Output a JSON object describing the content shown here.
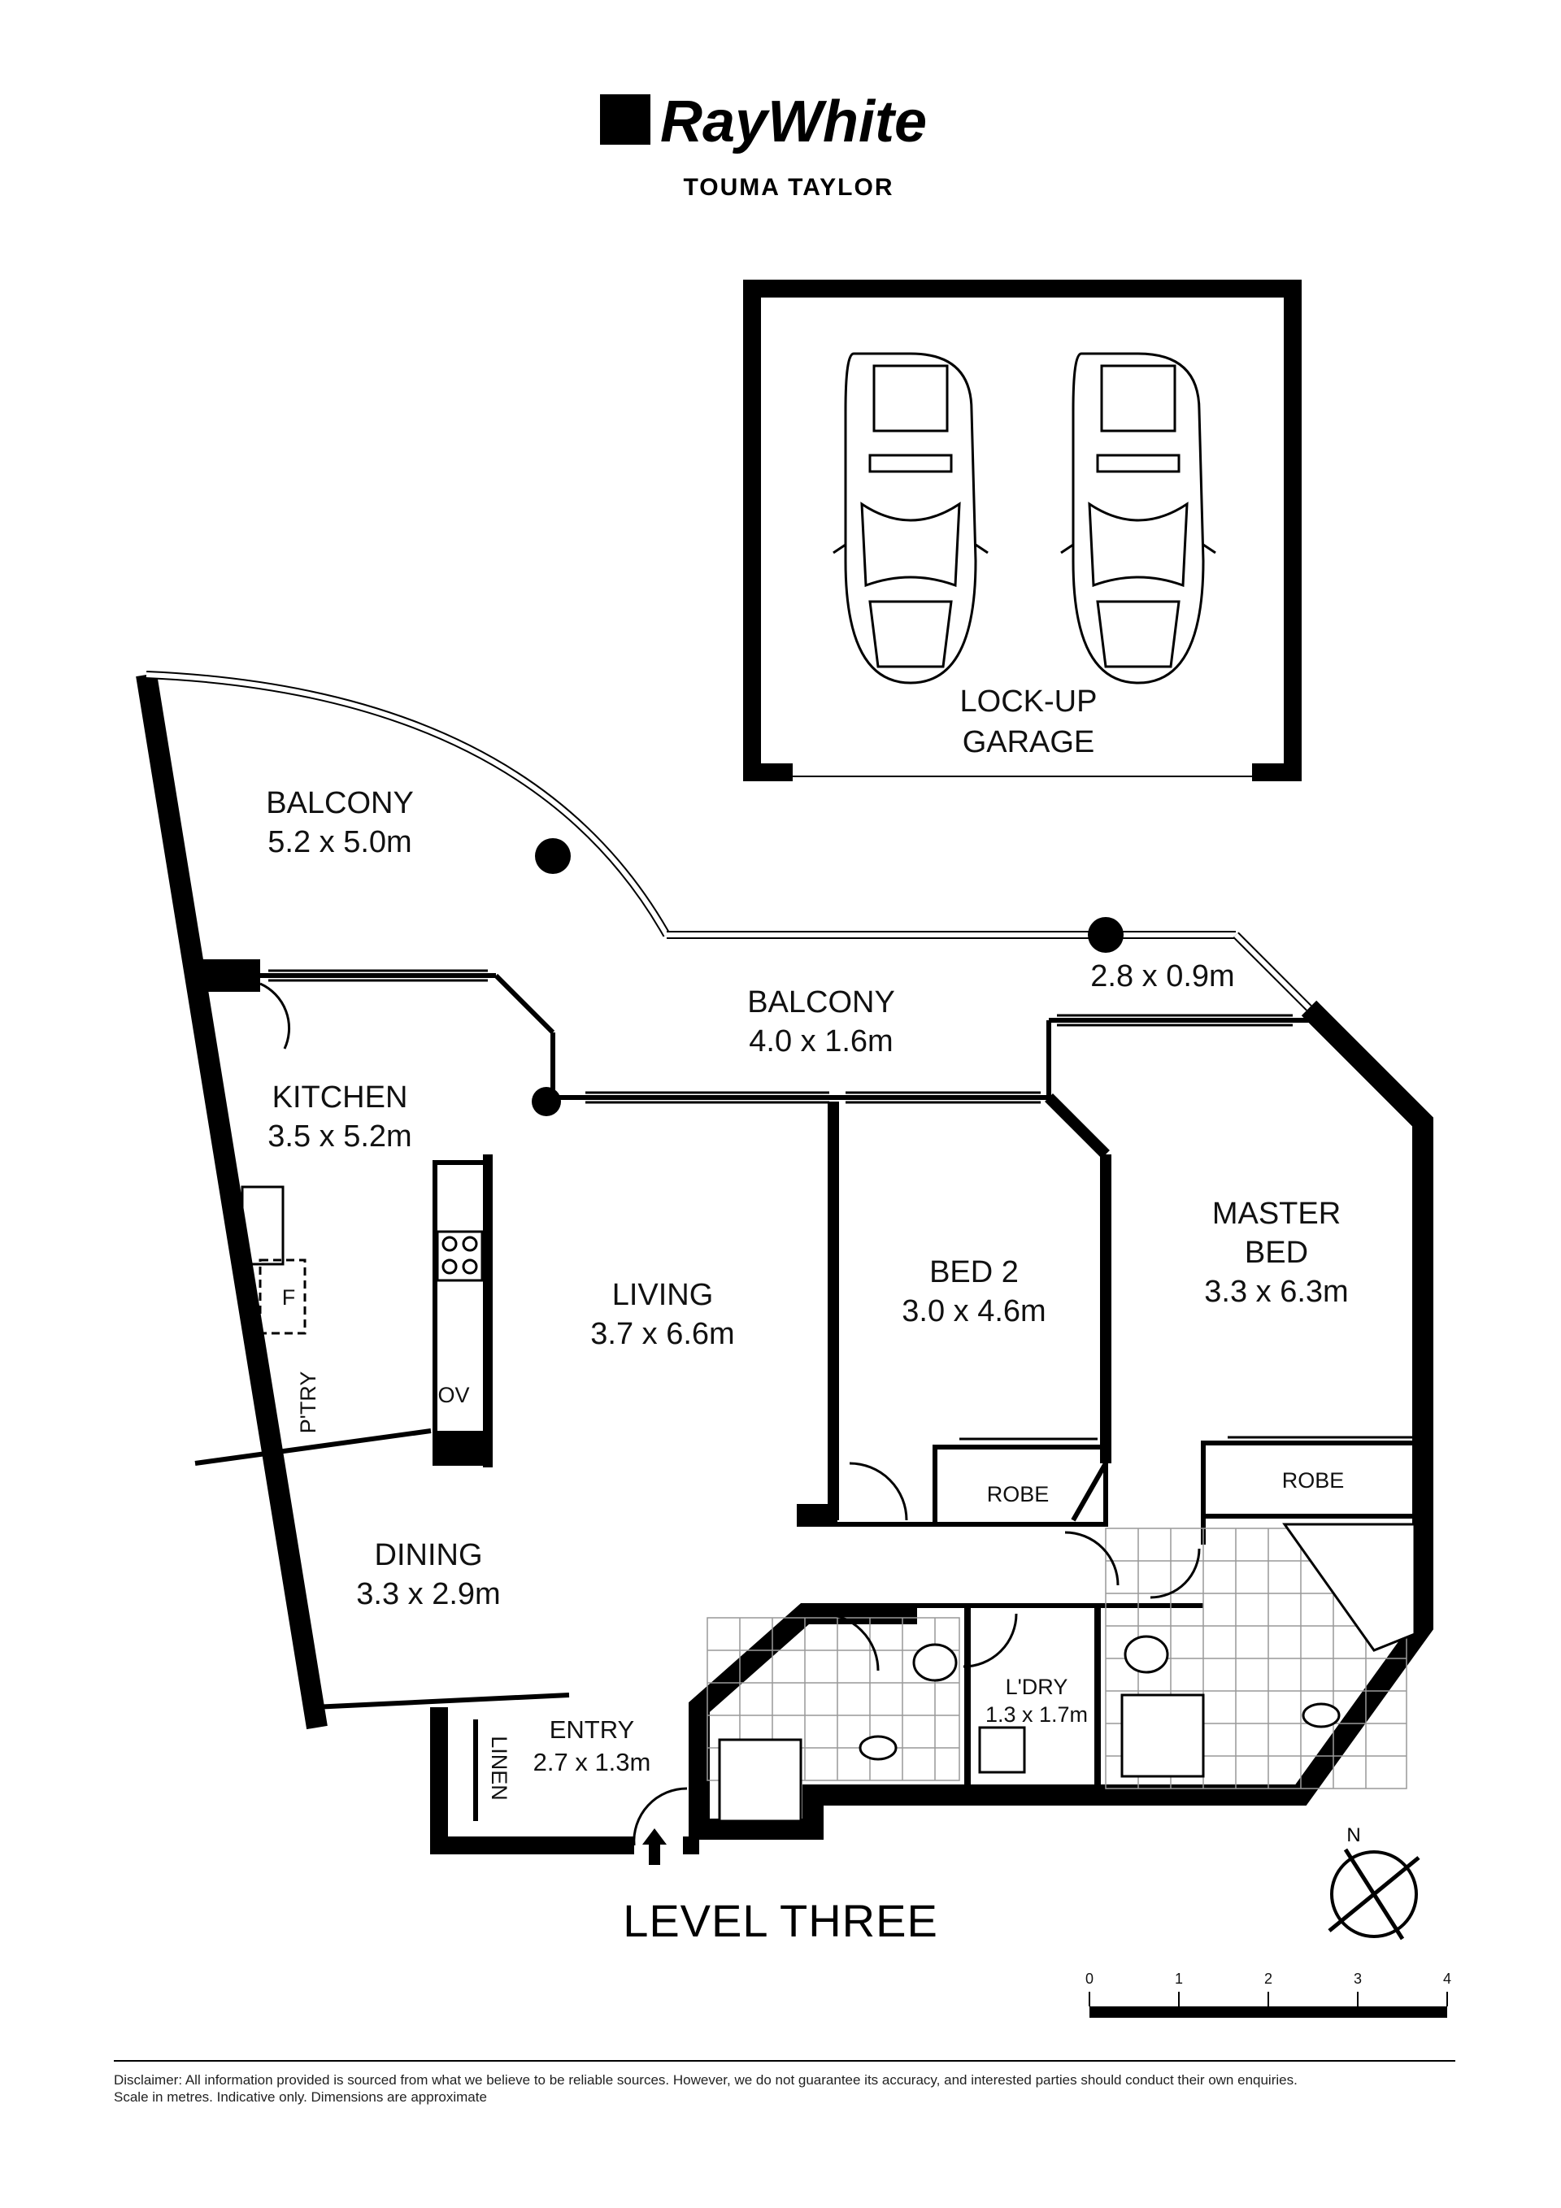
{
  "brand": {
    "name": "RayWhite",
    "office": "TOUMA TAYLOR"
  },
  "rooms": {
    "garage": {
      "line1": "LOCK-UP",
      "line2": "GARAGE"
    },
    "balcony_main": {
      "name": "BALCONY",
      "size": "5.2 x 5.0m"
    },
    "balcony_mid": {
      "name": "BALCONY",
      "size": "4.0 x 1.6m"
    },
    "balcony_small": {
      "size": "2.8 x 0.9m"
    },
    "kitchen": {
      "name": "KITCHEN",
      "size": "3.5 x 5.2m"
    },
    "living": {
      "name": "LIVING",
      "size": "3.7 x 6.6m"
    },
    "bed2": {
      "name": "BED 2",
      "size": "3.0 x 4.6m"
    },
    "master": {
      "line1": "MASTER",
      "line2": "BED",
      "size": "3.3 x 6.3m"
    },
    "dining": {
      "name": "DINING",
      "size": "3.3 x 2.9m"
    },
    "entry": {
      "name": "ENTRY",
      "size": "2.7 x 1.3m"
    },
    "laundry": {
      "name": "L'DRY",
      "size": "1.3 x 1.7m"
    },
    "linen": "LINEN",
    "pantry": "P'TRY",
    "fridge": "F",
    "oven": "OV",
    "robe_bed2": "ROBE",
    "robe_master": "ROBE"
  },
  "level_title": "LEVEL THREE",
  "compass": {
    "north": "N"
  },
  "scale": {
    "ticks": [
      "0",
      "1",
      "2",
      "3",
      "4"
    ]
  },
  "disclaimer": {
    "line1": "Disclaimer: All information provided is sourced from what we believe to be reliable sources. However, we do not guarantee  its accuracy, and interested parties should conduct their own enquiries.",
    "line2": "Scale in metres. Indicative only. Dimensions are approximate"
  }
}
